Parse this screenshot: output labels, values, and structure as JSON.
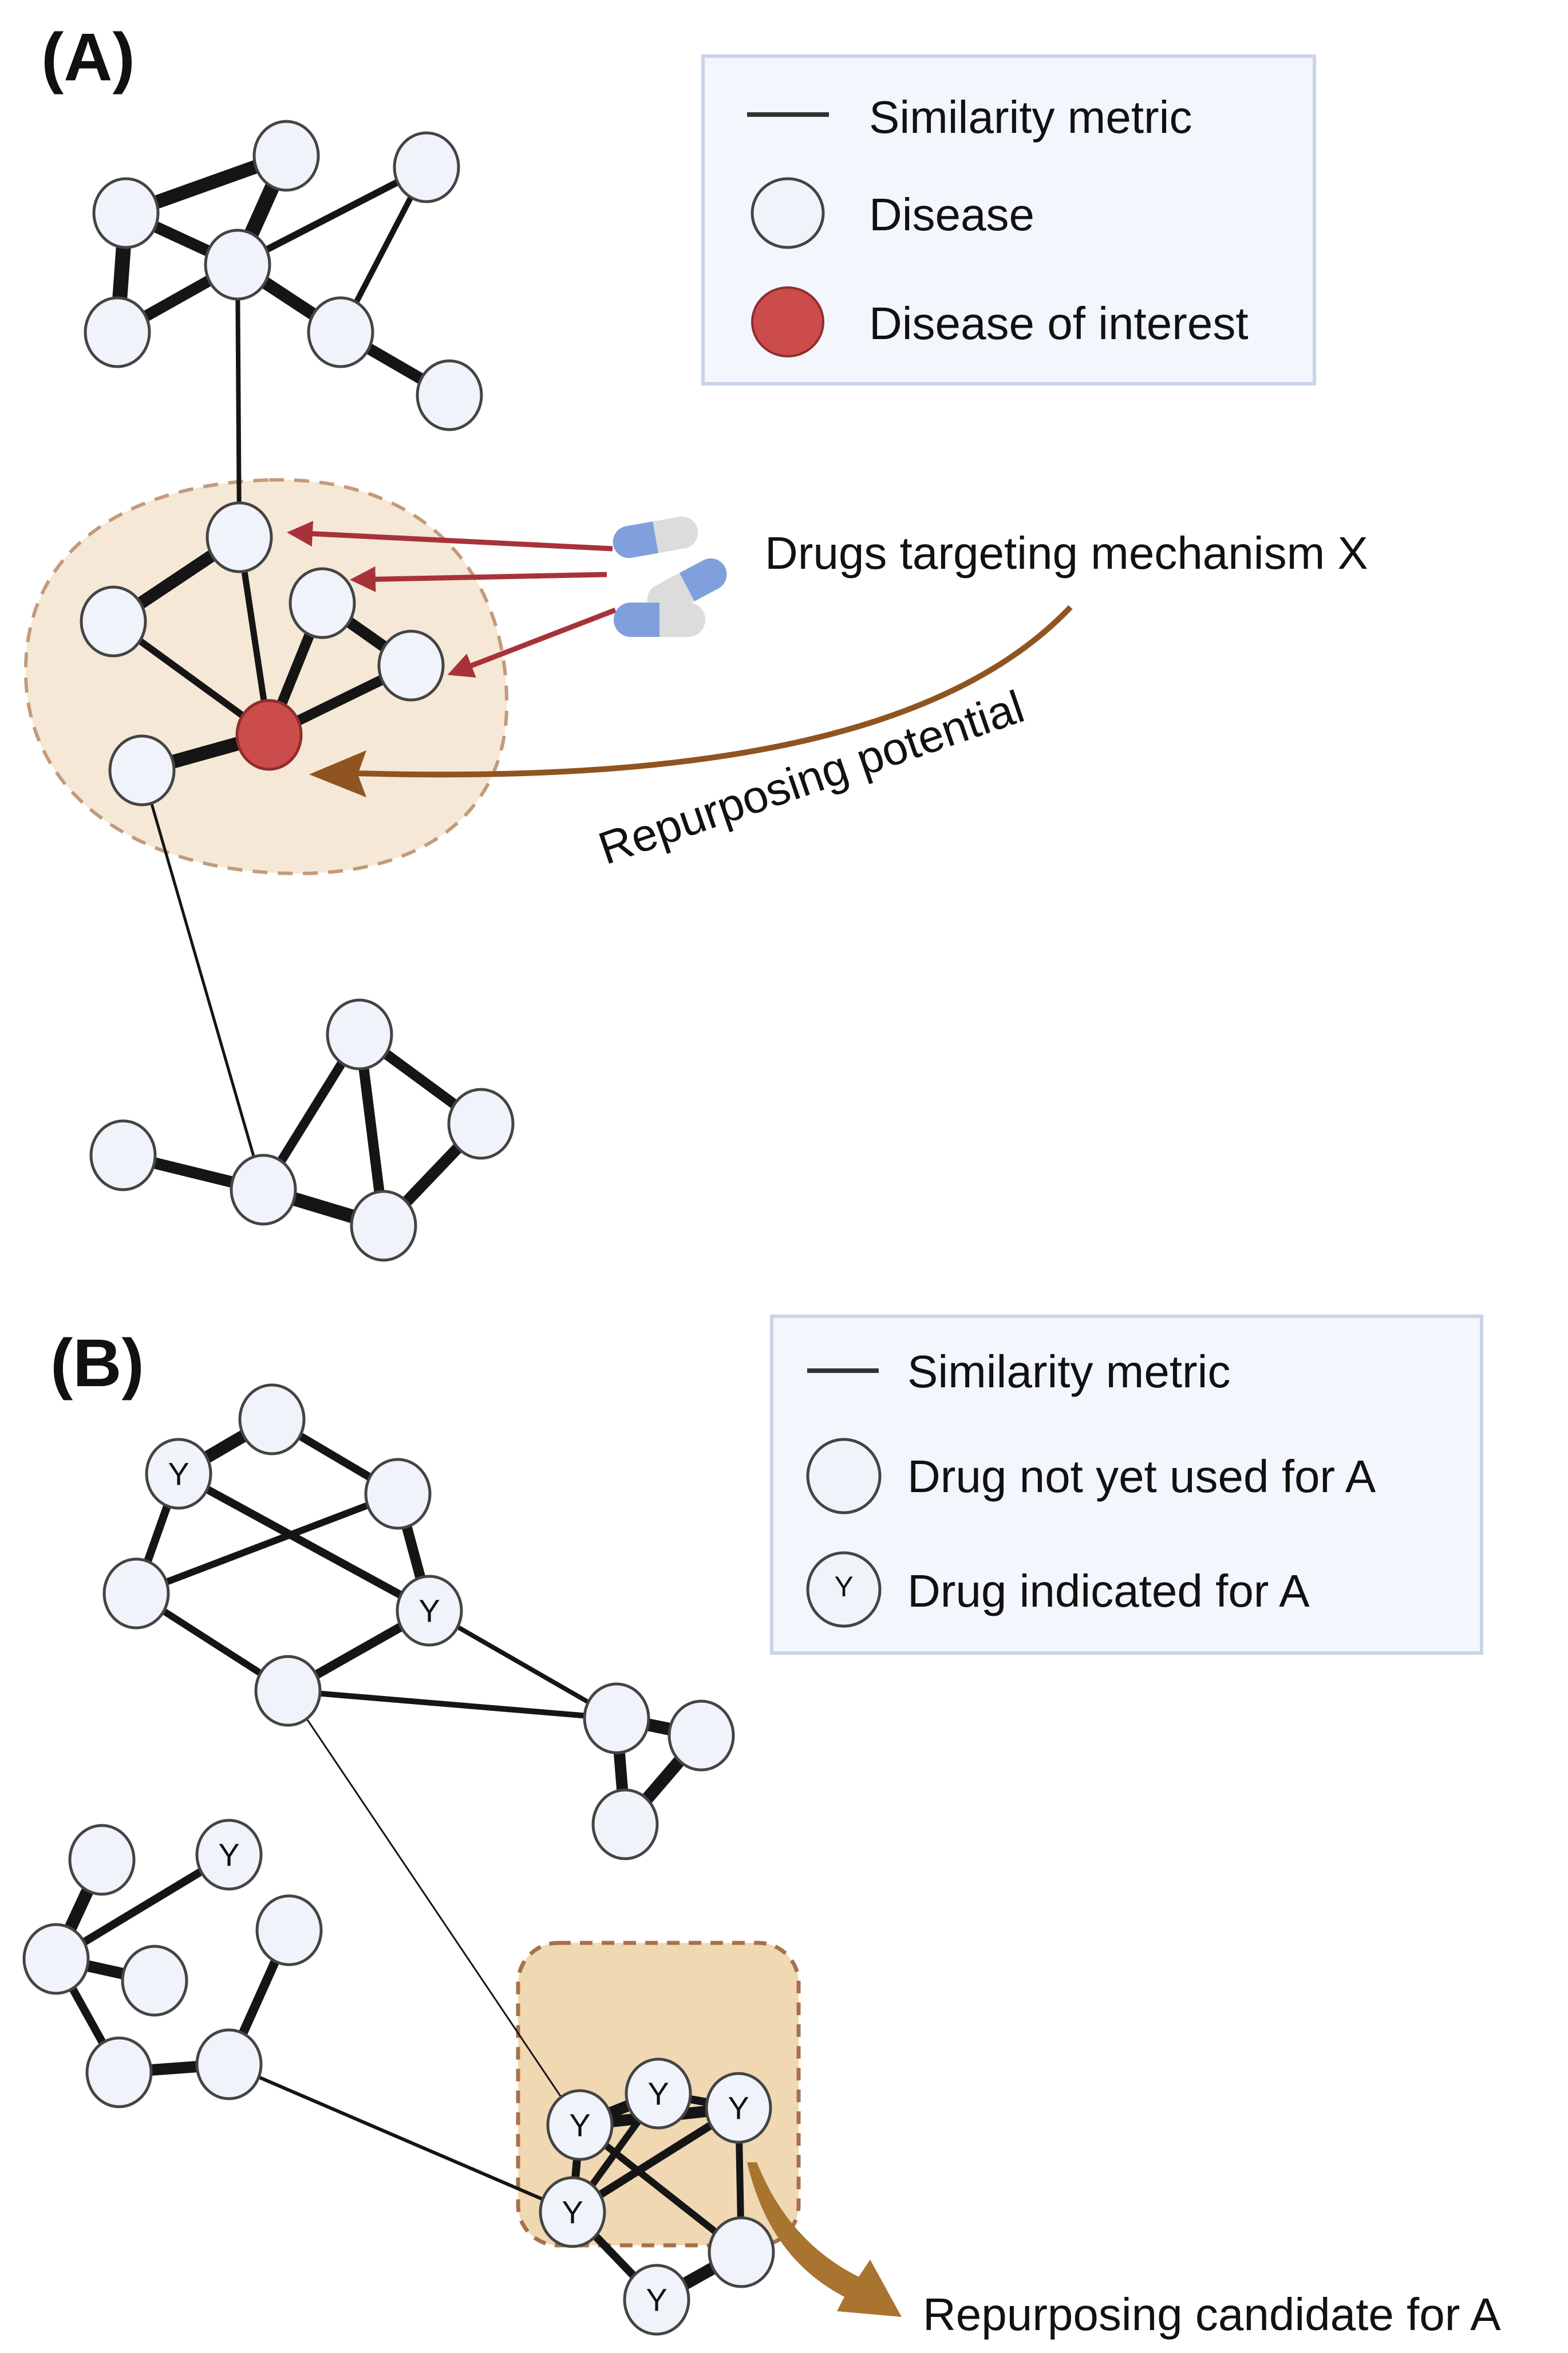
{
  "panels": {
    "a": {
      "label": "(A)",
      "legend": {
        "items": [
          {
            "type": "line",
            "icon": "line-icon",
            "label": "Similarity metric"
          },
          {
            "type": "node",
            "icon": "disease-node-icon",
            "label": "Disease"
          },
          {
            "type": "node-interest",
            "icon": "disease-of-interest-node-icon",
            "label": "Disease of interest"
          }
        ]
      },
      "annotations": {
        "drugs": "Drugs targeting mechanism X",
        "repurposing": "Repurposing potential"
      }
    },
    "b": {
      "label": "(B)",
      "legend": {
        "items": [
          {
            "type": "line",
            "icon": "line-icon",
            "label": "Similarity metric"
          },
          {
            "type": "node",
            "icon": "drug-node-icon",
            "label": "Drug not yet used for A"
          },
          {
            "type": "node-y",
            "icon": "drug-indicated-node-icon",
            "label": "Drug indicated for A",
            "mark": "Y"
          }
        ]
      },
      "annotations": {
        "candidate": "Repurposing candidate for A"
      },
      "node_mark": "Y"
    }
  },
  "colors": {
    "node_fill": "#f0f4fa",
    "node_stroke": "#444444",
    "edge": "#151515",
    "interest_node": "#cc4b4b",
    "drug_arrow": "#a8323a",
    "repurposing_arrow": "#8f5420",
    "candidate_arrow": "#a8742f",
    "cluster_fill_a": "#f5e8d6",
    "cluster_fill_b": "#f0d8b3",
    "cluster_stroke": "#b07a55",
    "legend_fill": "#f3f6fc",
    "legend_stroke": "#c8d4ea",
    "pill_blue": "#7fa0dc",
    "pill_gray": "#dcdcdc"
  }
}
